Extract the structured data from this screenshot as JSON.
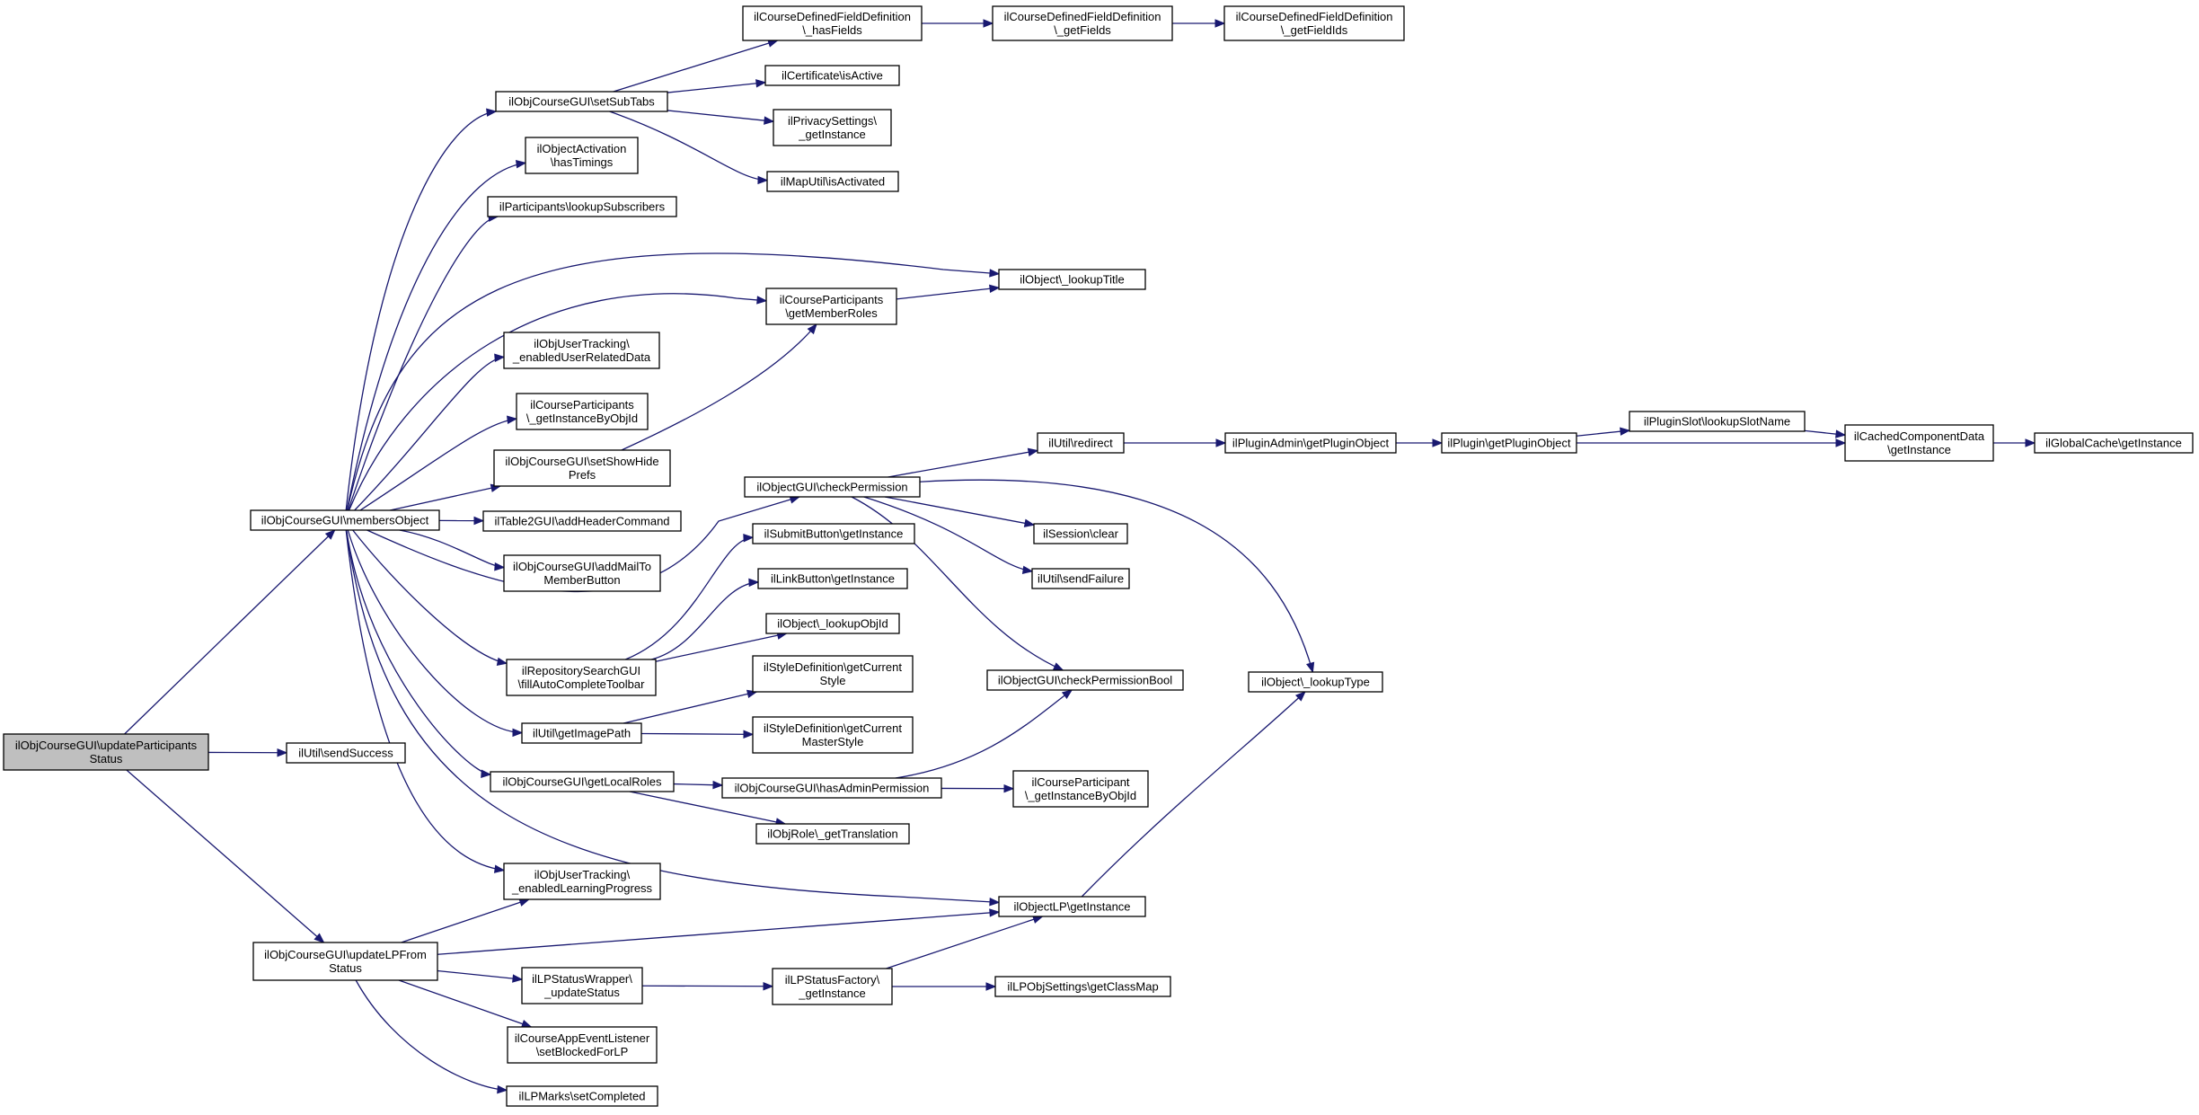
{
  "diagram": {
    "nodes": [
      {
        "id": "root",
        "lines": [
          "ilObjCourseGUI\\updateParticipants",
          "Status"
        ],
        "highlighted": true
      },
      {
        "id": "membersObject",
        "lines": [
          "ilObjCourseGUI\\membersObject"
        ]
      },
      {
        "id": "sendSuccess",
        "lines": [
          "ilUtil\\sendSuccess"
        ]
      },
      {
        "id": "updateLPFromStatus",
        "lines": [
          "ilObjCourseGUI\\updateLPFrom",
          "Status"
        ]
      },
      {
        "id": "setSubTabs",
        "lines": [
          "ilObjCourseGUI\\setSubTabs"
        ]
      },
      {
        "id": "hasTimings",
        "lines": [
          "ilObjectActivation",
          "\\hasTimings"
        ]
      },
      {
        "id": "lookupSubscribers",
        "lines": [
          "ilParticipants\\lookupSubscribers"
        ]
      },
      {
        "id": "enabledUserRelatedData",
        "lines": [
          "ilObjUserTracking\\",
          "_enabledUserRelatedData"
        ]
      },
      {
        "id": "cpGetInstanceByObjId",
        "lines": [
          "ilCourseParticipants",
          "\\_getInstanceByObjId"
        ]
      },
      {
        "id": "setShowHidePrefs",
        "lines": [
          "ilObjCourseGUI\\setShowHide",
          "Prefs"
        ]
      },
      {
        "id": "addHeaderCommand",
        "lines": [
          "ilTable2GUI\\addHeaderCommand"
        ]
      },
      {
        "id": "addMailToMemberButton",
        "lines": [
          "ilObjCourseGUI\\addMailTo",
          "MemberButton"
        ]
      },
      {
        "id": "fillAutoCompleteToolbar",
        "lines": [
          "ilRepositorySearchGUI",
          "\\fillAutoCompleteToolbar"
        ]
      },
      {
        "id": "getImagePath",
        "lines": [
          "ilUtil\\getImagePath"
        ]
      },
      {
        "id": "getLocalRoles",
        "lines": [
          "ilObjCourseGUI\\getLocalRoles"
        ]
      },
      {
        "id": "enabledLearningProgress",
        "lines": [
          "ilObjUserTracking\\",
          "_enabledLearningProgress"
        ]
      },
      {
        "id": "lpStatusWrapperUpdate",
        "lines": [
          "ilLPStatusWrapper\\",
          "_updateStatus"
        ]
      },
      {
        "id": "setBlockedForLP",
        "lines": [
          "ilCourseAppEventListener",
          "\\setBlockedForLP"
        ]
      },
      {
        "id": "setCompleted",
        "lines": [
          "ilLPMarks\\setCompleted"
        ]
      },
      {
        "id": "hasFields",
        "lines": [
          "ilCourseDefinedFieldDefinition",
          "\\_hasFields"
        ]
      },
      {
        "id": "getFields",
        "lines": [
          "ilCourseDefinedFieldDefinition",
          "\\_getFields"
        ]
      },
      {
        "id": "getFieldIds",
        "lines": [
          "ilCourseDefinedFieldDefinition",
          "\\_getFieldIds"
        ]
      },
      {
        "id": "certIsActive",
        "lines": [
          "ilCertificate\\isActive"
        ]
      },
      {
        "id": "privacyGetInstance",
        "lines": [
          "ilPrivacySettings\\",
          "_getInstance"
        ]
      },
      {
        "id": "mapIsActivated",
        "lines": [
          "ilMapUtil\\isActivated"
        ]
      },
      {
        "id": "lookupTitle",
        "lines": [
          "ilObject\\_lookupTitle"
        ]
      },
      {
        "id": "getMemberRoles",
        "lines": [
          "ilCourseParticipants",
          "\\getMemberRoles"
        ]
      },
      {
        "id": "checkPermission",
        "lines": [
          "ilObjectGUI\\checkPermission"
        ]
      },
      {
        "id": "submitGetInstance",
        "lines": [
          "ilSubmitButton\\getInstance"
        ]
      },
      {
        "id": "linkGetInstance",
        "lines": [
          "ilLinkButton\\getInstance"
        ]
      },
      {
        "id": "lookupObjId",
        "lines": [
          "ilObject\\_lookupObjId"
        ]
      },
      {
        "id": "getCurrentStyle",
        "lines": [
          "ilStyleDefinition\\getCurrent",
          "Style"
        ]
      },
      {
        "id": "getCurrentMasterStyle",
        "lines": [
          "ilStyleDefinition\\getCurrent",
          "MasterStyle"
        ]
      },
      {
        "id": "hasAdminPermission",
        "lines": [
          "ilObjCourseGUI\\hasAdminPermission"
        ]
      },
      {
        "id": "getTranslation",
        "lines": [
          "ilObjRole\\_getTranslation"
        ]
      },
      {
        "id": "lpGetInstance",
        "lines": [
          "ilObjectLP\\getInstance"
        ]
      },
      {
        "id": "lpStatusFactory",
        "lines": [
          "ilLPStatusFactory\\",
          "_getInstance"
        ]
      },
      {
        "id": "getClassMap",
        "lines": [
          "ilLPObjSettings\\getClassMap"
        ]
      },
      {
        "id": "redirect",
        "lines": [
          "ilUtil\\redirect"
        ]
      },
      {
        "id": "sessionClear",
        "lines": [
          "ilSession\\clear"
        ]
      },
      {
        "id": "sendFailure",
        "lines": [
          "ilUtil\\sendFailure"
        ]
      },
      {
        "id": "checkPermissionBool",
        "lines": [
          "ilObjectGUI\\checkPermissionBool"
        ]
      },
      {
        "id": "lookupType",
        "lines": [
          "ilObject\\_lookupType"
        ]
      },
      {
        "id": "courseParticipantGetInstance",
        "lines": [
          "ilCourseParticipant",
          "\\_getInstanceByObjId"
        ]
      },
      {
        "id": "getPluginObjectAdmin",
        "lines": [
          "ilPluginAdmin\\getPluginObject"
        ]
      },
      {
        "id": "getPluginObject",
        "lines": [
          "ilPlugin\\getPluginObject"
        ]
      },
      {
        "id": "lookupSlotName",
        "lines": [
          "ilPluginSlot\\lookupSlotName"
        ]
      },
      {
        "id": "cachedGetInstance",
        "lines": [
          "ilCachedComponentData",
          "\\getInstance"
        ]
      },
      {
        "id": "globalCacheGetInstance",
        "lines": [
          "ilGlobalCache\\getInstance"
        ]
      }
    ]
  }
}
